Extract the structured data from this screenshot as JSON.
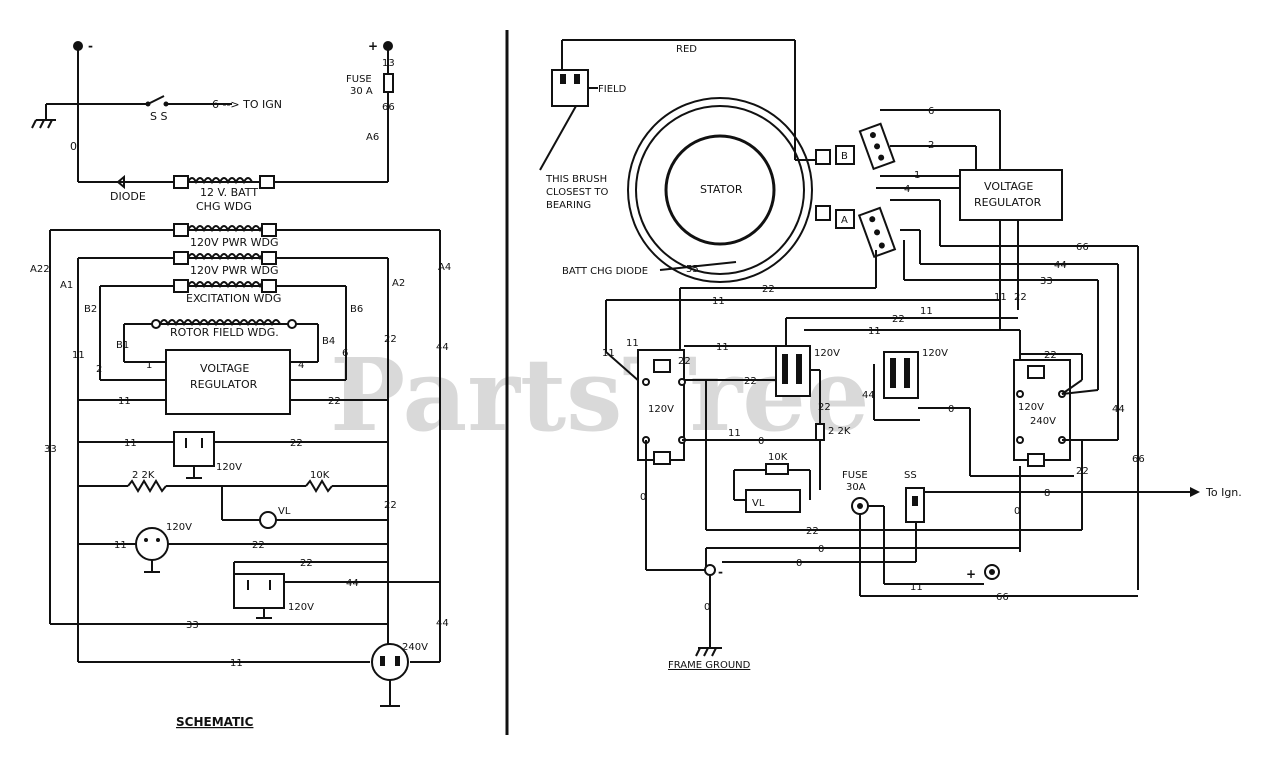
{
  "watermark": "PartsTree",
  "schematic": {
    "title": "SCHEMATIC",
    "neg_terminal": "-",
    "pos_terminal": "+",
    "fuse": "FUSE",
    "fuse_rating": "30 A",
    "ss": "S S",
    "to_ign": "6 --> TO IGN",
    "diode": "DIODE",
    "batt_chg_wdg_1": "12 V. BATT",
    "batt_chg_wdg_2": "CHG  WDG",
    "pwr_wdg_1": "120V PWR WDG",
    "pwr_wdg_2": "120V PWR WDG",
    "excitation_wdg": "EXCITATION WDG",
    "rotor_field_wdg": "ROTOR FIELD WDG.",
    "voltage_regulator_1": "VOLTAGE",
    "voltage_regulator_2": "REGULATOR",
    "r_22k": "2 2K",
    "r_10k": "10K",
    "vl": "VL",
    "v120": "120V",
    "v240": "240V",
    "term": {
      "t13": "13",
      "t66": "66",
      "a6": "A6",
      "t0": "0",
      "t6": "6",
      "a22": "A22",
      "a1": "A1",
      "b2": "B2",
      "b1": "B1",
      "b6": "B6",
      "b4": "B4",
      "a2": "A2",
      "a4": "A4",
      "t11": "11",
      "t22": "22",
      "t33": "33",
      "t44": "44",
      "t1": "1",
      "t2": "2",
      "t4": "4"
    }
  },
  "wiring": {
    "red": "RED",
    "field": "FIELD",
    "brush_note": [
      "THIS BRUSH",
      "CLOSEST TO",
      "BEARING"
    ],
    "stator": "STATOR",
    "batt_chg_diode": "BATT CHG DIODE",
    "voltage_regulator_1": "VOLTAGE",
    "voltage_regulator_2": "REGULATOR",
    "brush_b": "B",
    "brush_a": "A",
    "v120": "120V",
    "v120_240": "120V",
    "v240": "240V",
    "r_10k": "10K",
    "r_22k": "2 2K",
    "vl_label": "VL",
    "fuse": "FUSE",
    "fuse_rating": "30A",
    "ss": "SS",
    "to_ign": "To Ign.",
    "frame_ground": "FRAME GROUND",
    "plus": "+",
    "minus": "-",
    "wires": {
      "w0": "0",
      "w1": "1",
      "w2": "2",
      "w4": "4",
      "w6": "6",
      "w11": "11",
      "w22": "22",
      "w33": "33",
      "w44": "44",
      "w55": "55",
      "w66": "66",
      "w8": "8"
    }
  }
}
